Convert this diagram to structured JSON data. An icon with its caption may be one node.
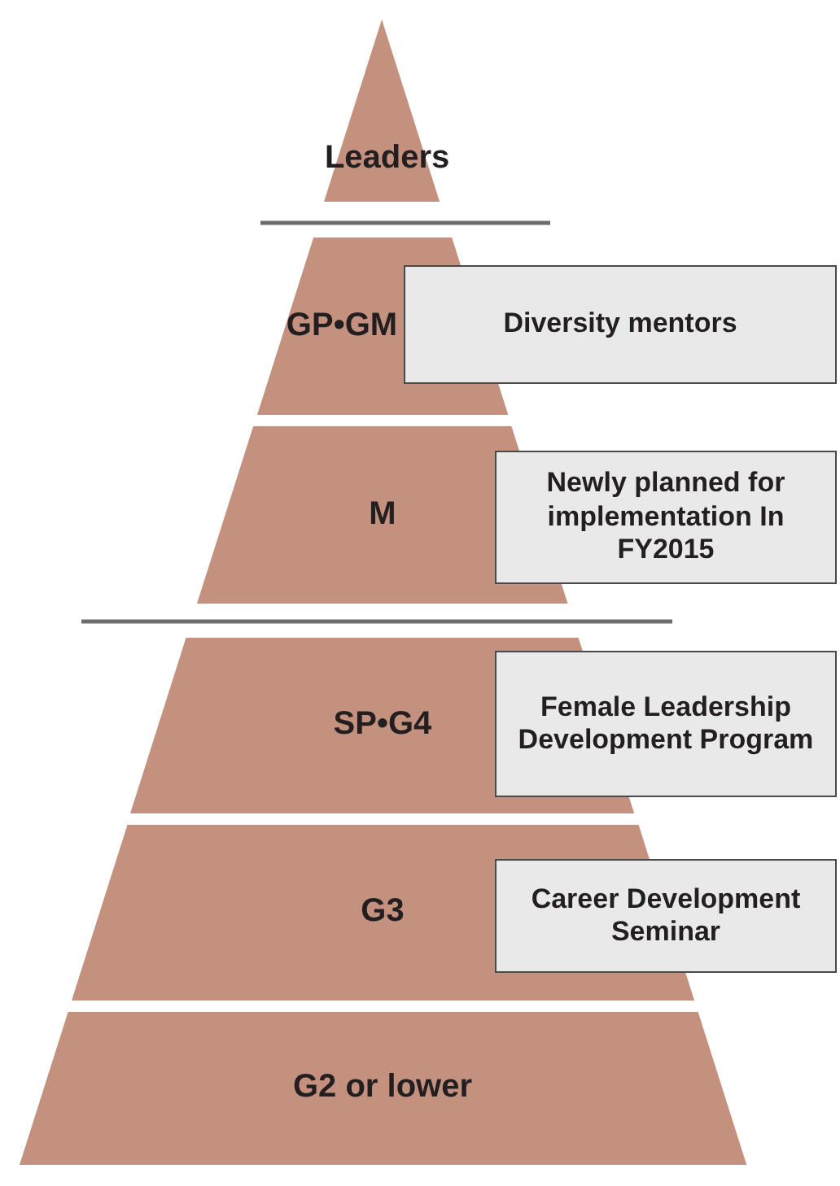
{
  "diagram": {
    "nodes": [
      {
        "text": [
          "Leaders"
        ]
      },
      {
        "text": [
          "GP•GM"
        ]
      },
      {
        "text": [
          "M"
        ]
      },
      {
        "text": [
          "SP•G4"
        ]
      },
      {
        "text": [
          "G3"
        ]
      },
      {
        "text": [
          "G2 or lower"
        ]
      },
      {
        "text": [
          "Diversity mentors"
        ]
      },
      {
        "text": [
          "Newly planned for implementation In FY2015"
        ]
      },
      {
        "text": [
          "Female Leadership Development Program"
        ]
      },
      {
        "text": [
          "Career Development Seminar"
        ]
      }
    ]
  }
}
